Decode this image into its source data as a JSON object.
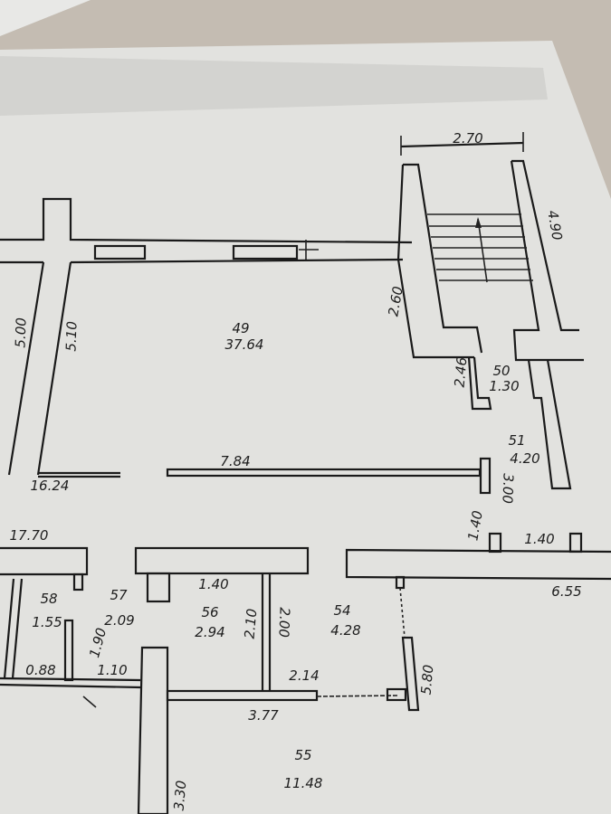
{
  "plan": {
    "stair_width": "2.70",
    "stair_length": "4.90",
    "corridor_wall": "2.60",
    "rooms": [
      {
        "number": "49",
        "area": "37.64"
      },
      {
        "number": "50",
        "area": "1.30"
      },
      {
        "number": "51",
        "area": "4.20"
      },
      {
        "number": "54",
        "area": "4.28"
      },
      {
        "number": "55",
        "area": "11.48"
      },
      {
        "number": "56",
        "area": "2.94"
      },
      {
        "number": "57",
        "area": "2.09"
      },
      {
        "number": "58",
        "area": "1.55"
      }
    ],
    "dimensions": {
      "d500": "5.00",
      "d510": "5.10",
      "d246": "2.46",
      "d784": "7.84",
      "d1624": "16.24",
      "d300": "3.00",
      "d1770": "17.70",
      "d140a": "1.40",
      "d140b": "1.40",
      "d655": "6.55",
      "d140c": "1.40",
      "d210": "2.10",
      "d200": "2.00",
      "d190": "1.90",
      "d088": "0.88",
      "d110": "1.10",
      "d214": "2.14",
      "d377": "3.77",
      "d580": "5.80",
      "d330": "3.30"
    }
  }
}
